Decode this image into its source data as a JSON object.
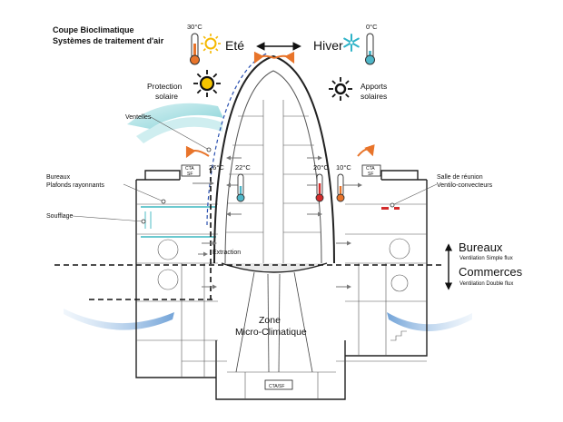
{
  "title": {
    "line1": "Coupe Bioclimatique",
    "line2": "Systèmes de traitement d'air"
  },
  "seasons": {
    "summer": {
      "label": "Eté",
      "temp": "30°C",
      "icon": "sun-icon",
      "thermometer_color": "#e8742a"
    },
    "winter": {
      "label": "Hiver",
      "temp": "0°C",
      "icon": "snowflake-icon",
      "thermometer_color": "#4fb6c8"
    }
  },
  "solar": {
    "protection": [
      "Protection",
      "solaire"
    ],
    "gains": [
      "Apports",
      "solaires"
    ]
  },
  "labels": {
    "ventelles": "Ventelles",
    "bureaux": [
      "Bureaux",
      "Plafonds rayonnants"
    ],
    "soufflage": "Soufflage",
    "extraction": "Extraction",
    "salle": [
      "Salle de réunion",
      "Ventilo-convecteurs"
    ],
    "cta": "CTA",
    "sf": "SF",
    "cta_bottom": "CTA/SF"
  },
  "interior_temps": {
    "t26": "26°C",
    "t22": "22°C",
    "t20": "20°C",
    "t10": "10°C"
  },
  "zones": {
    "bureaux": {
      "title": "Bureaux",
      "sub": "Ventilation Simple flux"
    },
    "commerces": {
      "title": "Commerces",
      "sub": "Ventilation Double flux"
    },
    "micro": [
      "Zone",
      "Micro-Climatique"
    ]
  },
  "colors": {
    "teal": "#6cc9cf",
    "air_blue": "#8ab4dc",
    "sun_yellow": "#f5b800",
    "orange_arrow": "#e8742a",
    "red_therm": "#d32b2b",
    "dome_blue": "#2a50b0"
  }
}
